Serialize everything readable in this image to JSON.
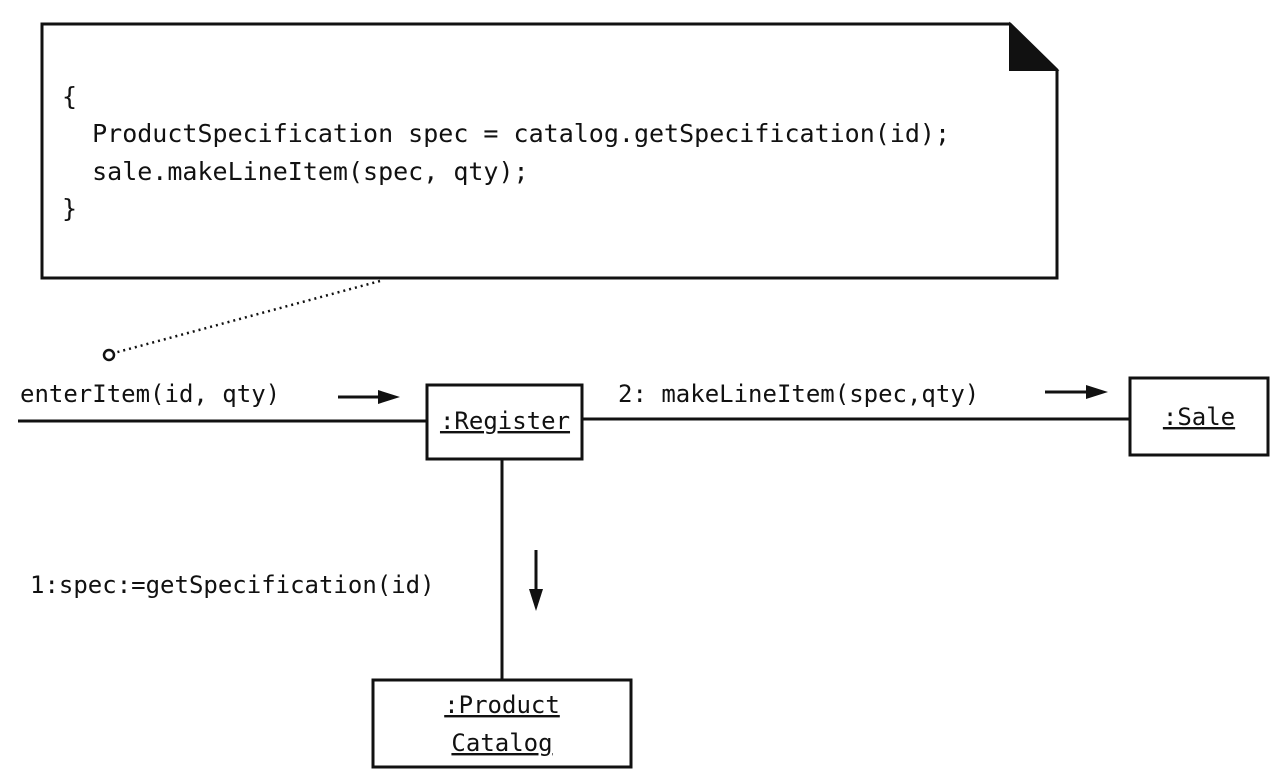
{
  "note": {
    "code_lines": [
      "{",
      "  ProductSpecification spec = catalog.getSpecification(id);",
      "  sale.makeLineItem(spec, qty);",
      "}"
    ]
  },
  "messages": {
    "incoming": "enterItem(id, qty)",
    "to_sale": "2: makeLineItem(spec,qty)",
    "to_catalog": "1:spec:=getSpecification(id)"
  },
  "objects": {
    "register": ":Register",
    "sale": ":Sale",
    "catalog_line1": ":Product",
    "catalog_line2": "Catalog"
  },
  "colors": {
    "ink": "#111111",
    "background": "#ffffff"
  }
}
